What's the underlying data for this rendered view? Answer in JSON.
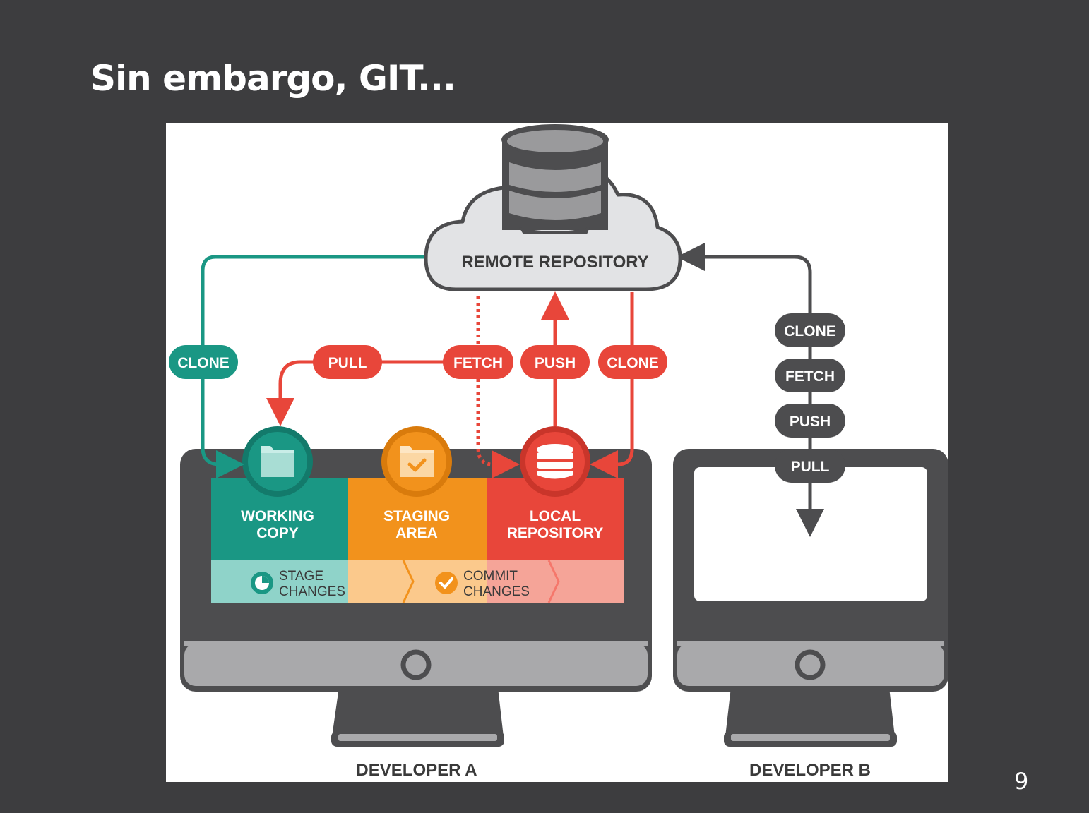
{
  "slide": {
    "title": "Sin embargo, GIT...",
    "page_number": "9"
  },
  "diagram": {
    "remote_label": "REMOTE REPOSITORY",
    "developer_a": {
      "label": "DEVELOPER A",
      "areas": [
        {
          "line1": "WORKING",
          "line2": "COPY",
          "color": "#1a9784",
          "icon": "folder-icon"
        },
        {
          "line1": "STAGING",
          "line2": "AREA",
          "color": "#f2921c",
          "icon": "folder-check-icon"
        },
        {
          "line1": "LOCAL",
          "line2": "REPOSITORY",
          "color": "#e8463a",
          "icon": "database-icon"
        }
      ],
      "steps": [
        {
          "line1": "STAGE",
          "line2": "CHANGES"
        },
        {
          "line1": "COMMIT",
          "line2": "CHANGES"
        }
      ]
    },
    "developer_a_pills": {
      "clone_teal": "CLONE",
      "pull": "PULL",
      "fetch": "FETCH",
      "push": "PUSH",
      "clone_red": "CLONE"
    },
    "developer_b": {
      "label": "DEVELOPER B",
      "pills": [
        "CLONE",
        "FETCH",
        "PUSH",
        "PULL"
      ]
    },
    "colors": {
      "teal": "#1a9784",
      "orange": "#f2921c",
      "red": "#e8463a",
      "dark": "#4d4d4f",
      "grey": "#a9a9ab",
      "background": "#3d3d3f"
    }
  }
}
